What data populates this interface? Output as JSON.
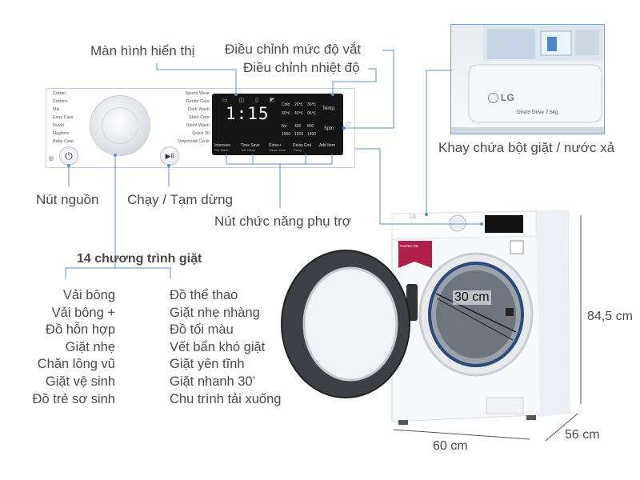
{
  "labels": {
    "display": "Màn hình hiển thị",
    "spin_level": "Điều chỉnh mức độ vắt",
    "temperature": "Điều chỉnh nhiệt độ",
    "detergent_drawer": "Khay chứa bột giặt / nước xả",
    "power_button": "Nút nguồn",
    "start_pause": "Chạy / Tạm dừng",
    "aux_functions": "Nút chức năng phụ trợ",
    "drum_diameter": "30 cm",
    "height": "84,5 cm",
    "width": "60 cm",
    "depth": "56 cm"
  },
  "programs": {
    "title": "14 chương trình giặt",
    "left": [
      "Vải bông",
      "Vải bông +",
      "Đồ hỗn hợp",
      "Giặt nhẹ",
      "Chăn lông vũ",
      "Giặt vệ sinh",
      "Đồ trẻ sơ sinh"
    ],
    "right": [
      "Đồ thể thao",
      "Giặt nhẹ nhàng",
      "Đồ tối màu",
      "Vết bẩn khó giặt",
      "Giặt yên tĩnh",
      "Giặt nhanh 30’",
      "Chu trình tải xuống"
    ]
  },
  "panel": {
    "dial_left": [
      "Cotton",
      "Cotton+",
      "Mix",
      "Easy Care",
      "Duvet",
      "Hygiene",
      "Baby Care"
    ],
    "dial_right": [
      "Sports Wear",
      "Gentle Care",
      "Dark Wash",
      "Stain Care",
      "Silent Wash",
      "Quick 30",
      "Download Cycle"
    ],
    "display_digits": "1:15",
    "temp_label": "Temp.",
    "spin_label": "Spin",
    "cold_label": "Cold",
    "temp_values": [
      "20℃",
      "30℃",
      "40℃",
      "60℃",
      "95℃"
    ],
    "spin_values": [
      "No",
      "400",
      "800",
      "1000",
      "1200",
      "1400"
    ],
    "buttons": [
      "Intensive",
      "Time Save",
      "Rinse+",
      "Delay End",
      "Add Item"
    ],
    "button_subs": [
      "Pre Wash",
      "Tub Clean",
      "Steam Care",
      "ThinQ",
      ""
    ]
  },
  "drawer": {
    "brand": "LG",
    "badge": "Direct Drive 7.5kg"
  },
  "machine": {
    "brand": "LG",
    "sticker": "Inverter DD"
  },
  "colors": {
    "leader_line": "#5b8fc9",
    "panel_border": "#b9d3ee",
    "text": "#4a4a4a"
  }
}
